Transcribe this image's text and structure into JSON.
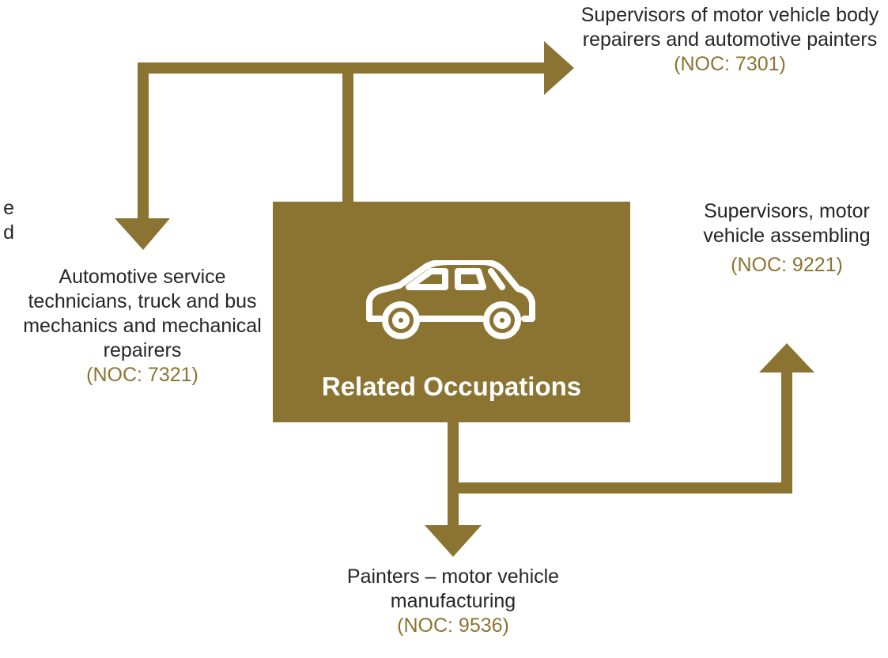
{
  "center": {
    "title": "Related Occupations",
    "icon": "car-icon"
  },
  "occupations": {
    "top_right": {
      "title": "Supervisors of motor vehicle body repairers and automotive painters",
      "code": "(NOC: 7301)"
    },
    "left": {
      "title": "Automotive service technicians, truck and bus mechanics and mechanical repairers",
      "code": "(NOC: 7321)"
    },
    "right": {
      "title": "Supervisors, motor vehicle assembling",
      "code": "(NOC: 9221)"
    },
    "bottom": {
      "title": "Painters – motor vehicle manufacturing",
      "code": "(NOC: 9536)"
    }
  },
  "edge_fragment": {
    "line1": "e",
    "line2": "d"
  },
  "colors": {
    "accent": "#8b7431",
    "text": "#262626",
    "background": "#ffffff"
  }
}
